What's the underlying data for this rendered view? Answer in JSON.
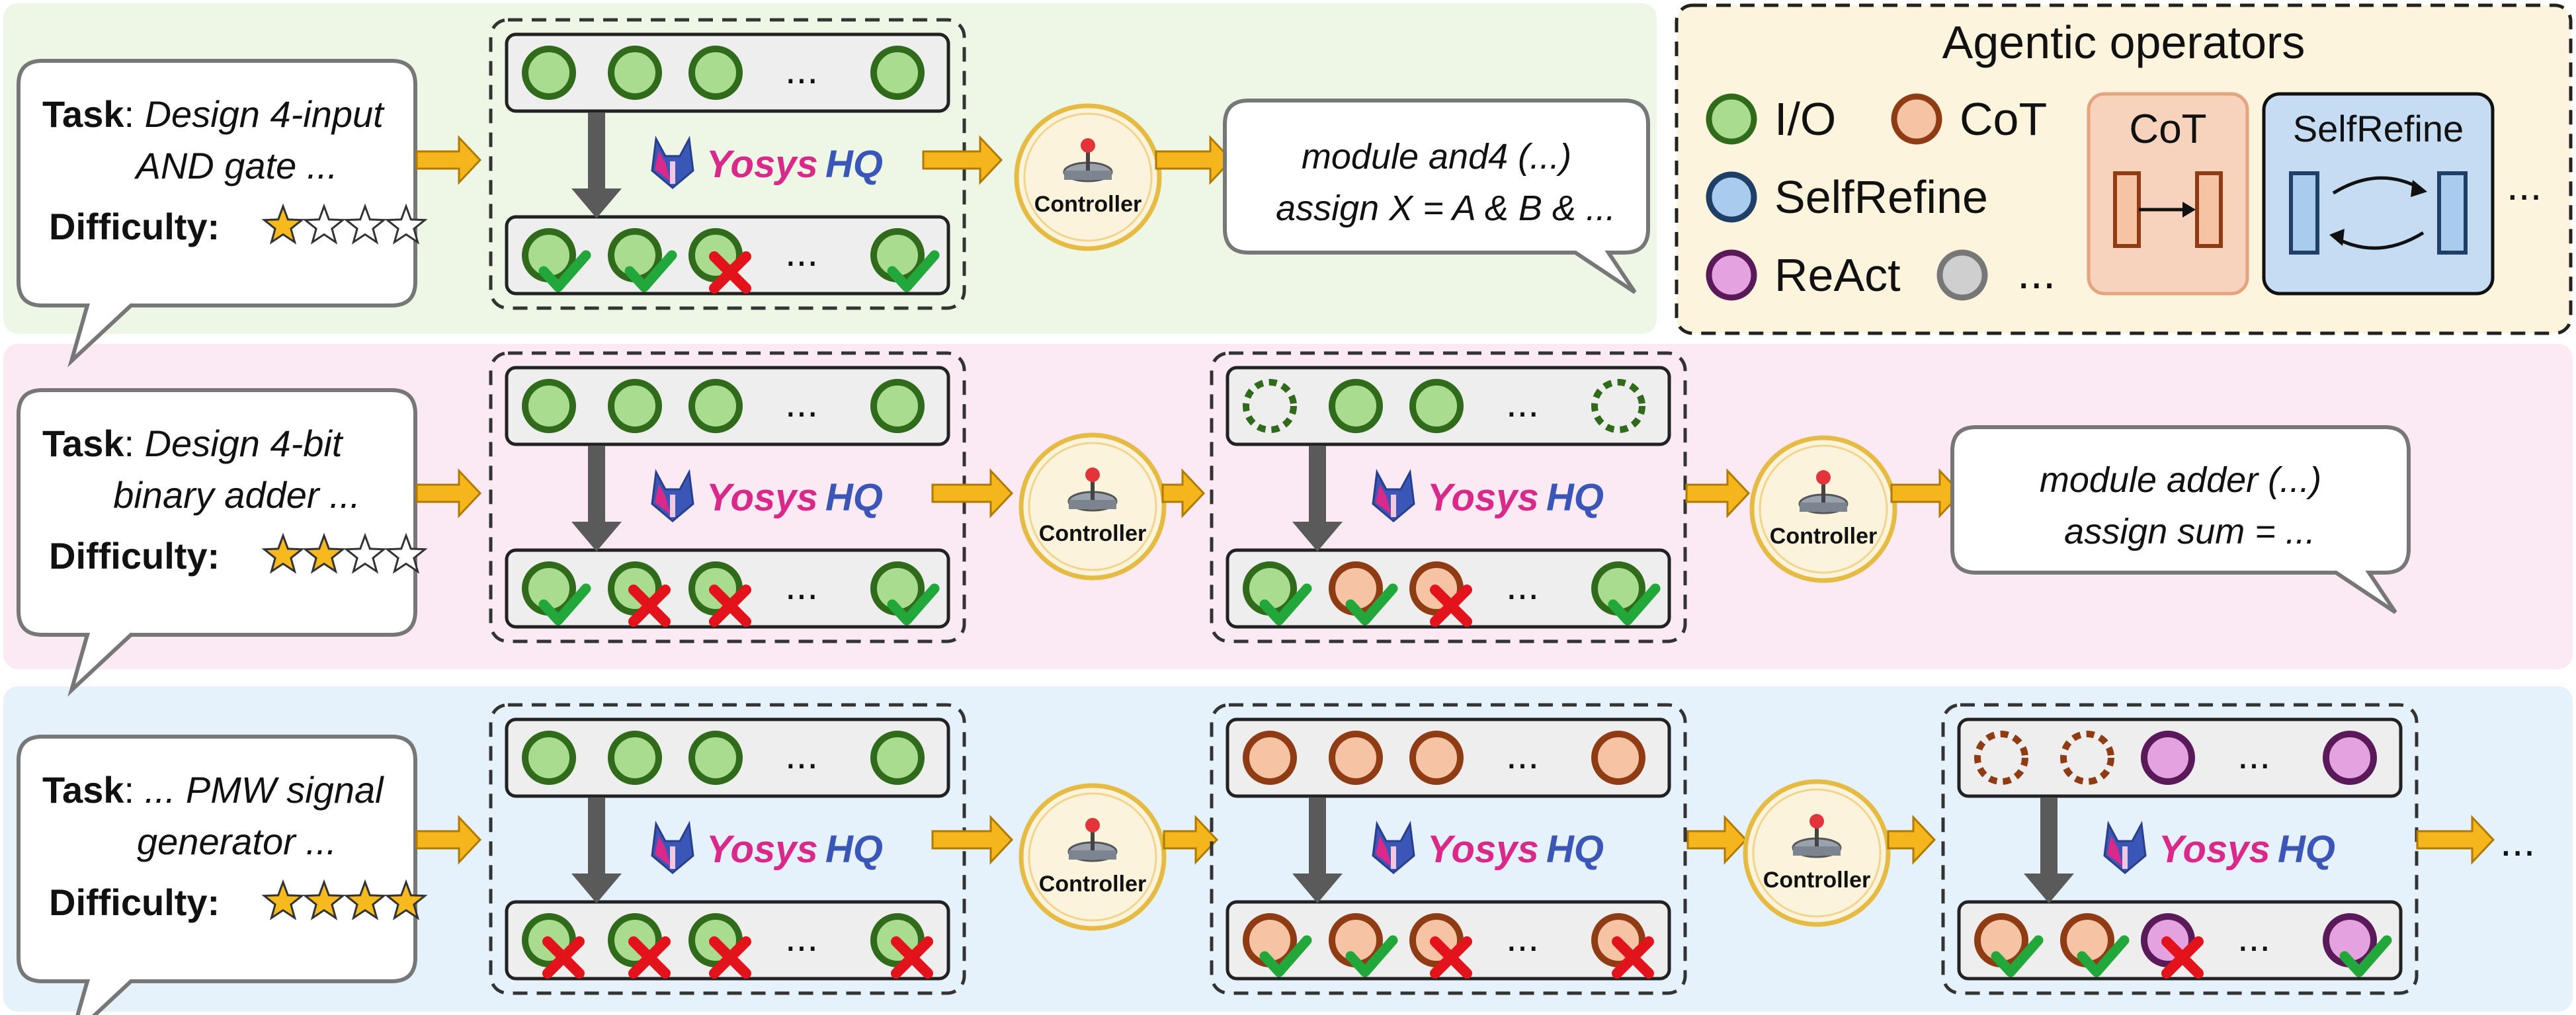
{
  "colors": {
    "row1_bg": "#eef7e6",
    "row2_bg": "#fbeaf4",
    "row3_bg": "#e6f2fb",
    "legend_bg": "#fdf4de",
    "io_fill": "#a9dc8e",
    "io_stroke": "#2f6b1b",
    "cot_fill": "#f6c4a5",
    "cot_stroke": "#8f3c14",
    "selfrefine_fill": "#a8cbee",
    "selfrefine_stroke": "#1f3f66",
    "react_fill": "#e4a3e0",
    "react_stroke": "#5a1a5a",
    "other_fill": "#cfcfcf",
    "other_stroke": "#777777",
    "arrow": "#f5b51c",
    "check": "#22a83a",
    "cross": "#e3131b",
    "yosys_pink": "#d9298a",
    "yosys_blue": "#3a57b8"
  },
  "rows": [
    {
      "task_label": "Task",
      "task_line1": "Design 4-input",
      "task_line2": "AND gate ...",
      "difficulty_label": "Difficulty",
      "stars_filled": 1,
      "stars_total": 4,
      "controller_label": "Controller",
      "output_line1": "module and4 (...)",
      "output_line2": "assign X = A & B & ..."
    },
    {
      "task_label": "Task",
      "task_line1": "Design 4-bit",
      "task_line2": "binary adder ...",
      "difficulty_label": "Difficulty",
      "stars_filled": 2,
      "stars_total": 4,
      "controller_label": "Controller",
      "output_line1": "module adder (...)",
      "output_line2": "assign sum = ..."
    },
    {
      "task_label": "Task",
      "task_line1": "... PMW signal",
      "task_line2": "generator ...",
      "difficulty_label": "Difficulty",
      "stars_filled": 4,
      "stars_total": 4,
      "controller_label": "Controller",
      "trailing_ellipsis": "..."
    }
  ],
  "ellipsis": "...",
  "yosys_part1": "Yosys",
  "yosys_part2": "HQ",
  "legend": {
    "title": "Agentic operators",
    "io": "I/O",
    "cot": "CoT",
    "selfrefine": "SelfRefine",
    "react": "ReAct",
    "more": "...",
    "cot_box_title": "CoT",
    "selfrefine_box_title": "SelfRefine",
    "box_more": "..."
  }
}
